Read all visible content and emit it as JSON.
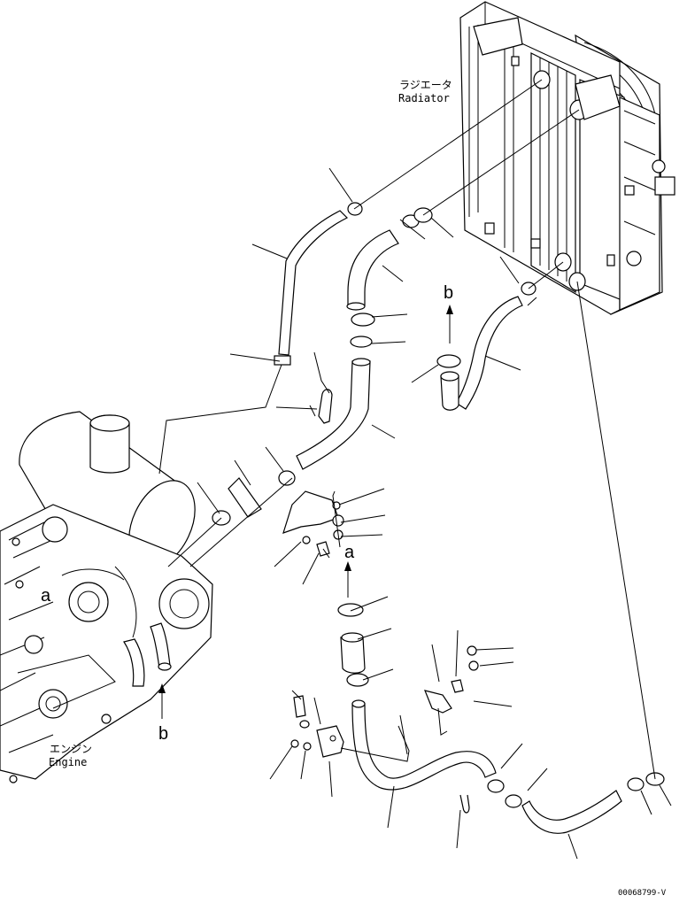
{
  "labels": {
    "radiator_jp": "ラジエータ",
    "radiator_en": "Radiator",
    "engine_jp": "エンジン",
    "engine_en": "Engine",
    "marker_a_engine": "a",
    "marker_a_hose": "a",
    "marker_b_radiator": "b",
    "marker_b_engine": "b"
  },
  "drawing_code": "00068799-V"
}
